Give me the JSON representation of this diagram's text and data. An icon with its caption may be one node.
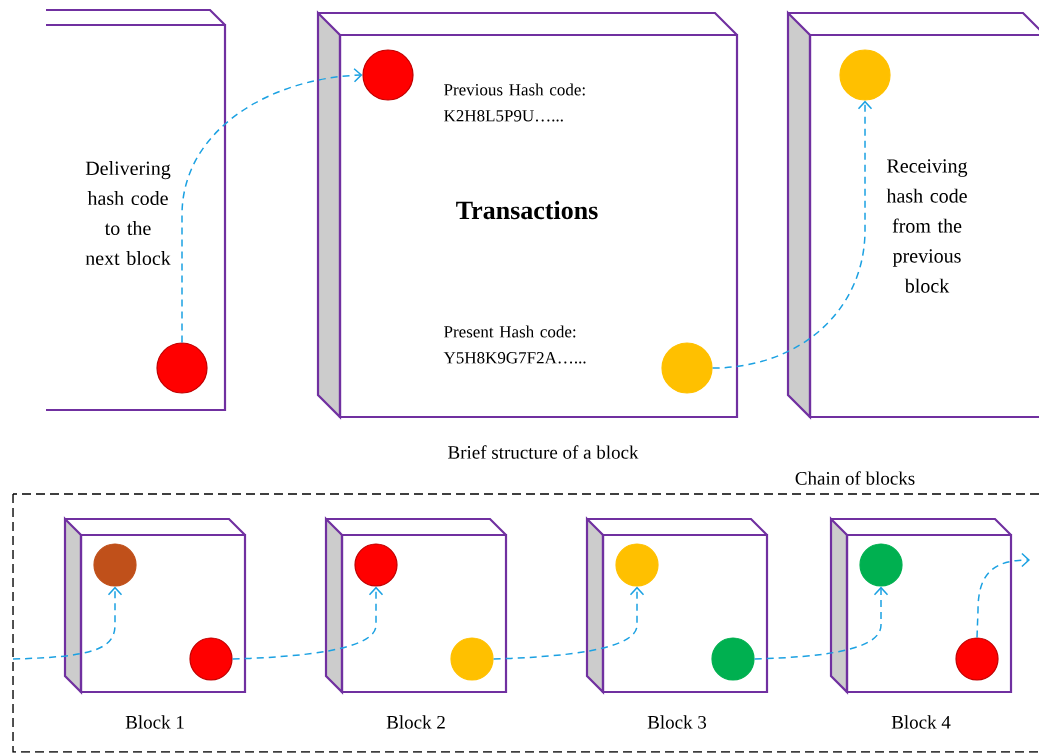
{
  "diagram": {
    "nodes": [
      {
        "text": [],
        "shape": "box"
      },
      {
        "text": [],
        "shape": "circle",
        "in": 0
      },
      {
        "text": [
          "Previous Hash code: K2H8L5P9U…...",
          "Transactions",
          "Present Hash code: Y5H8K9G7F2A…..."
        ],
        "beside": [
          "Brief structure of a block"
        ]
      },
      {
        "text": [],
        "shape": "circle",
        "in": 2
      },
      {
        "text": [],
        "shape": "circle",
        "in": 2
      },
      {
        "text": [],
        "shape": "box"
      },
      {
        "text": [],
        "shape": "circle",
        "in": 5
      },
      {
        "text": [
          "Chain of blocks"
        ]
      },
      {
        "text": [],
        "shape": "box",
        "in": 7,
        "beside": [
          "Block 1"
        ]
      },
      {
        "text": [],
        "shape": "circle",
        "in": 8
      },
      {
        "text": [],
        "shape": "circle",
        "in": 8
      },
      {
        "text": [],
        "shape": "box",
        "in": 7,
        "beside": [
          "Block 2"
        ]
      },
      {
        "text": [],
        "shape": "circle",
        "in": 11
      },
      {
        "text": [],
        "shape": "circle",
        "in": 11
      },
      {
        "text": [],
        "shape": "box",
        "in": 7,
        "beside": [
          "Block 3"
        ]
      },
      {
        "text": [],
        "shape": "circle",
        "in": 14
      },
      {
        "text": [],
        "shape": "circle",
        "in": 14
      },
      {
        "text": [],
        "shape": "box",
        "in": 7,
        "beside": [
          "Block 4"
        ]
      },
      {
        "text": [],
        "shape": "circle",
        "in": 17
      },
      {
        "text": [],
        "shape": "circle",
        "in": 17
      }
    ],
    "edges": [
      {
        "from": 1,
        "to": 3,
        "arrow": "to",
        "style": "dashed",
        "label": "Delivering hash code to the next block"
      },
      {
        "from": 4,
        "to": 6,
        "arrow": "to",
        "style": "dashed",
        "label": "Receiving hash code from the previous block"
      },
      {
        "from": null,
        "to": 9,
        "arrow": "to",
        "style": "dashed"
      },
      {
        "from": 10,
        "to": 12,
        "arrow": "to",
        "style": "dashed"
      },
      {
        "from": 13,
        "to": 15,
        "arrow": "to",
        "style": "dashed"
      },
      {
        "from": 16,
        "to": 18,
        "arrow": "to",
        "style": "dashed"
      },
      {
        "from": 19,
        "to": null,
        "arrow": "to",
        "style": "dashed"
      }
    ]
  }
}
